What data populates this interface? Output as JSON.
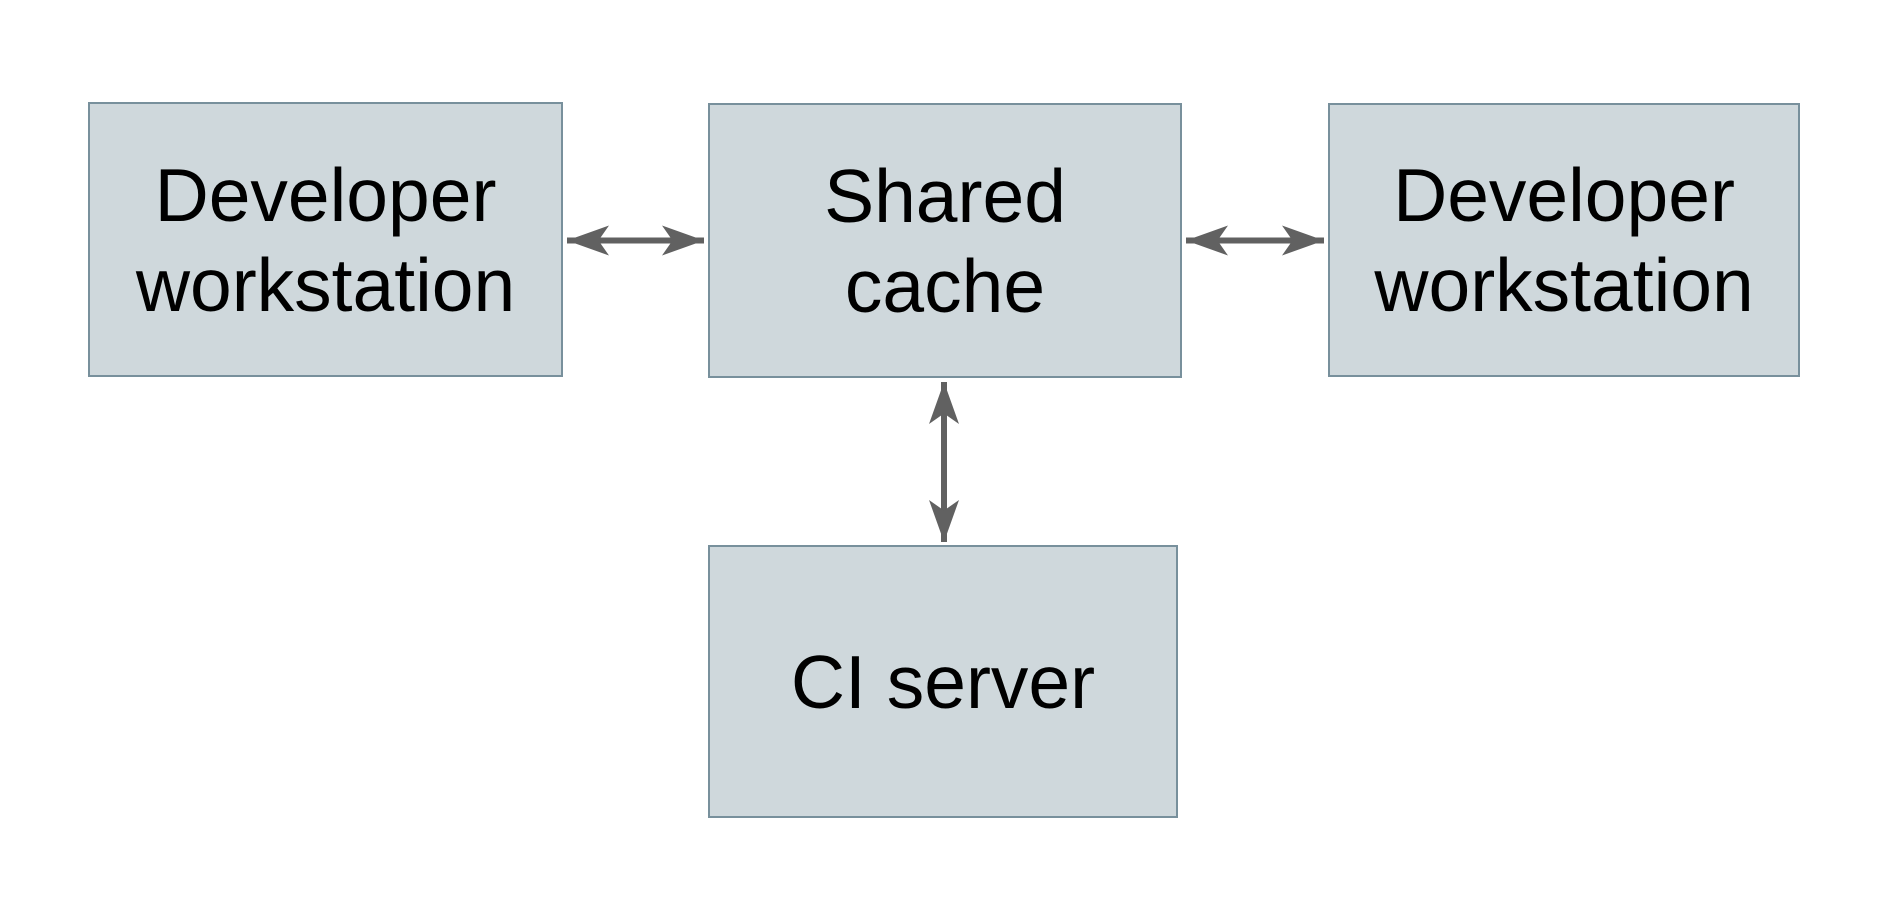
{
  "diagram": {
    "title": "",
    "colors": {
      "background": "#ffffff",
      "node_fill": "#cfd8dc",
      "node_border": "#78909c",
      "arrow": "#616161",
      "text": "#000000"
    },
    "nodes": [
      {
        "id": "developer-workstation-left",
        "label": "Developer\nworkstation"
      },
      {
        "id": "shared-cache",
        "label": "Shared\ncache"
      },
      {
        "id": "developer-workstation-right",
        "label": "Developer\nworkstation"
      },
      {
        "id": "ci-server",
        "label": "CI server"
      }
    ],
    "edges": [
      {
        "from": "developer-workstation-left",
        "to": "shared-cache",
        "direction": "bidirectional"
      },
      {
        "from": "shared-cache",
        "to": "developer-workstation-right",
        "direction": "bidirectional"
      },
      {
        "from": "shared-cache",
        "to": "ci-server",
        "direction": "bidirectional"
      }
    ]
  }
}
